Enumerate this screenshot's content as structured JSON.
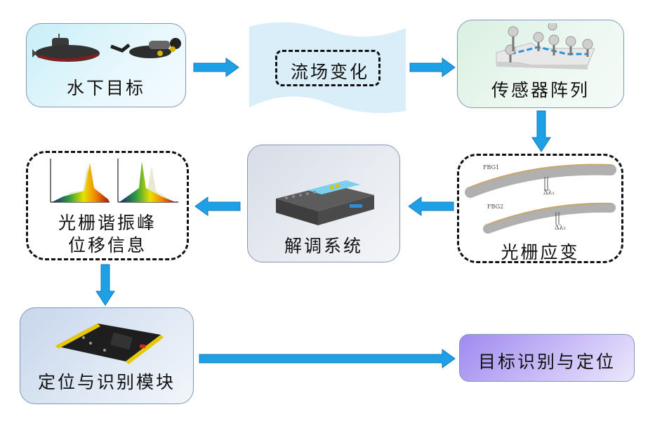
{
  "diagram": {
    "nodes": {
      "underwater_target": {
        "label": "水下目标",
        "icons": [
          "submarine",
          "diver"
        ]
      },
      "flow_change": {
        "label": "流场变化"
      },
      "sensor_array": {
        "label": "传感器阵列"
      },
      "grating_strain": {
        "label": "光栅应变",
        "fbg_labels": [
          "FBG1",
          "FBG2"
        ],
        "delta_labels": [
          "Δλ₁",
          "Δλ₂"
        ]
      },
      "demod_system": {
        "label": "解调系统"
      },
      "peak_shift": {
        "label_line1": "光栅谐振峰",
        "label_line2": "位移信息"
      },
      "locate_module": {
        "label": "定位与识别模块"
      },
      "result": {
        "label": "目标识别与定位"
      }
    },
    "edges": [
      {
        "from": "水下目标",
        "to": "流场变化"
      },
      {
        "from": "流场变化",
        "to": "传感器阵列"
      },
      {
        "from": "传感器阵列",
        "to": "光栅应变"
      },
      {
        "from": "光栅应变",
        "to": "解调系统"
      },
      {
        "from": "解调系统",
        "to": "光栅谐振峰位移信息"
      },
      {
        "from": "光栅谐振峰位移信息",
        "to": "定位与识别模块"
      },
      {
        "from": "定位与识别模块",
        "to": "目标识别与定位"
      }
    ],
    "colors": {
      "arrow": "#1ea0e6",
      "arrow_stroke": "#1a78b8",
      "box_border": "#7f9ab8",
      "dashed": "#111111"
    }
  }
}
